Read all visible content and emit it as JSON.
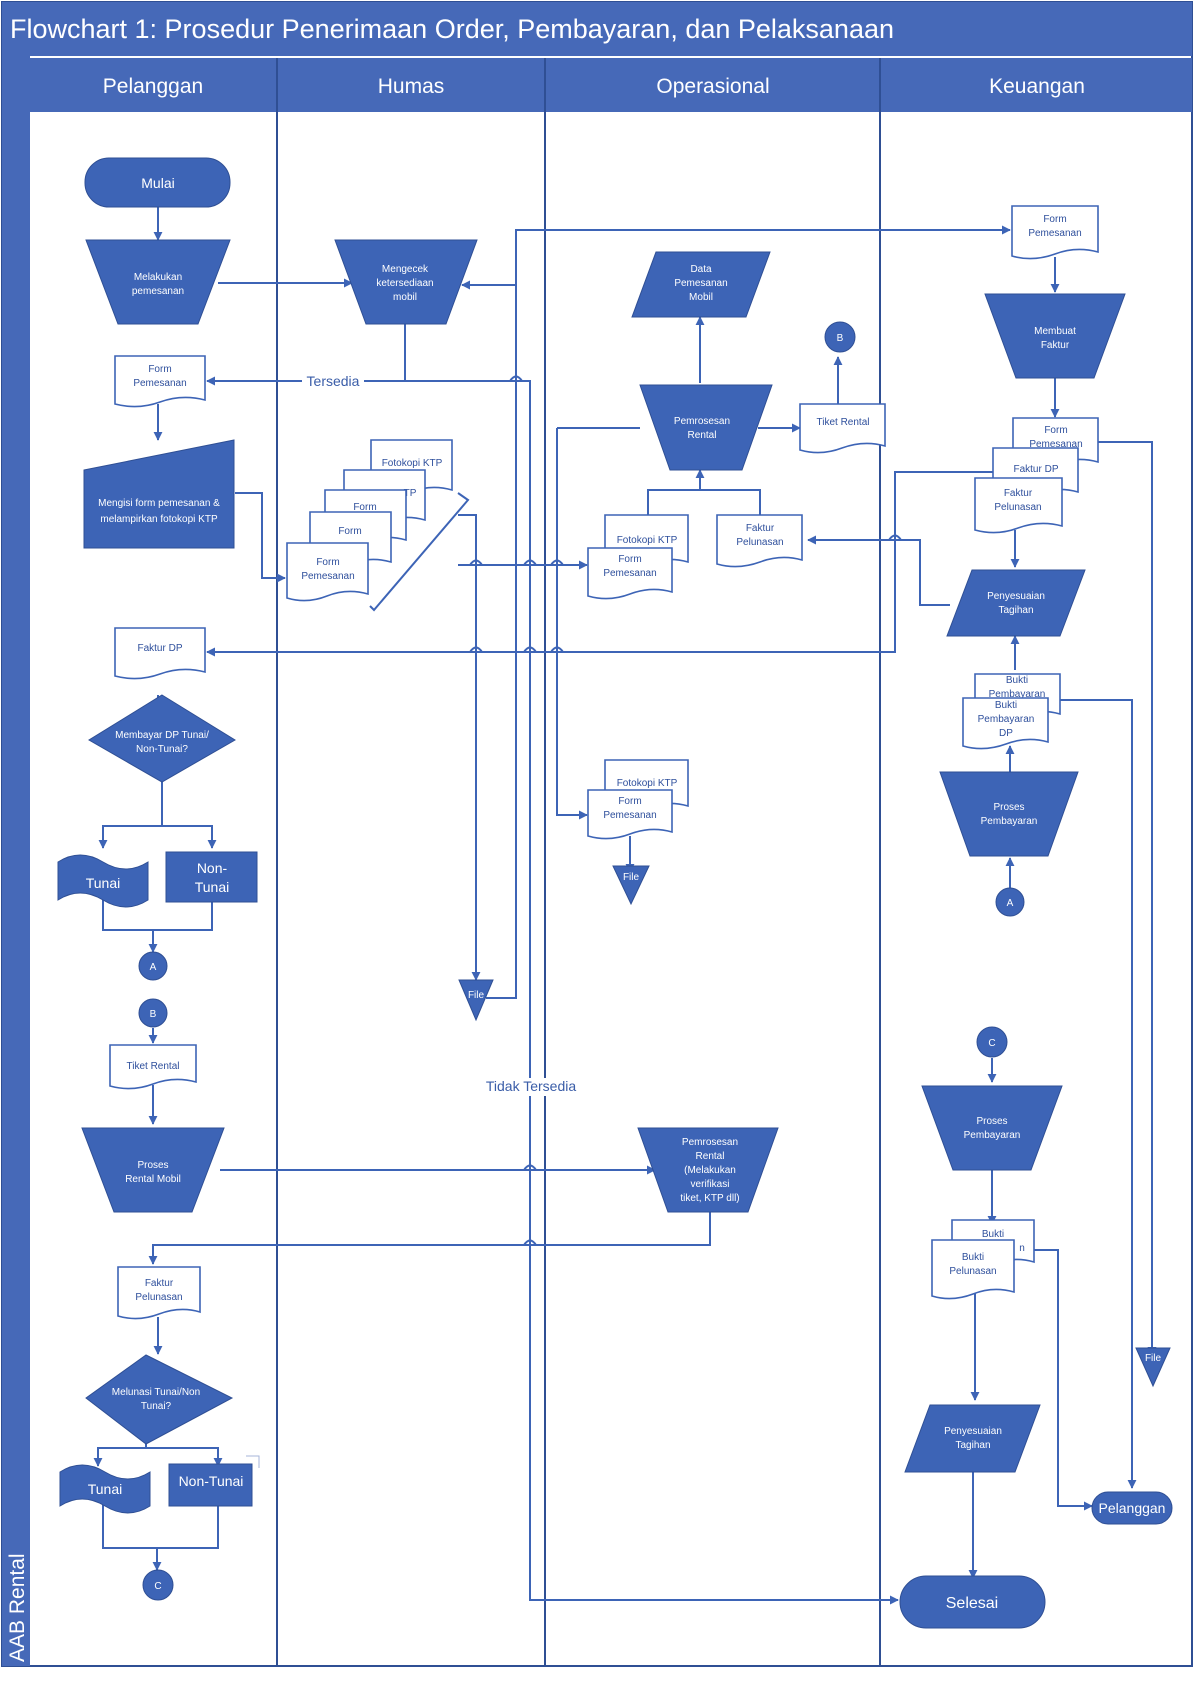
{
  "title": "Flowchart 1: Prosedur Penerimaan Order, Pembayaran, dan Pelaksanaan",
  "pool_label": "AAB Rental",
  "lanes": [
    "Pelanggan",
    "Humas",
    "Operasional",
    "Keuangan"
  ],
  "colors": {
    "primary": "#3d64b6",
    "header": "#4669b8",
    "dark": "#2f4f94",
    "line": "#3d64b6"
  },
  "pelanggan": {
    "start": "Mulai",
    "order": [
      "Melakukan",
      "pemesanan"
    ],
    "form": [
      "Form",
      "Pemesanan"
    ],
    "fill_form": [
      "Mengisi form pemesanan &",
      "melampirkan fotokopi KTP"
    ],
    "faktur_dp": "Faktur DP",
    "decision_dp": [
      "Membayar DP Tunai/",
      "Non-Tunai?"
    ],
    "tunai": "Tunai",
    "non_tunai": [
      "Non-",
      "Tunai"
    ],
    "conn_a": "A",
    "conn_b": "B",
    "tiket": "Tiket Rental",
    "proses_rental": [
      "Proses",
      "Rental Mobil"
    ],
    "faktur_pelunasan": [
      "Faktur",
      "Pelunasan"
    ],
    "decision_lunas": [
      "Melunasi Tunai/Non",
      "Tunai?"
    ],
    "tunai2": "Tunai",
    "non_tunai2": "Non-Tunai",
    "conn_c": "C"
  },
  "humas": {
    "cek": [
      "Mengecek",
      "ketersediaan",
      "mobil"
    ],
    "tersedia": "Tersedia",
    "tidak_tersedia": "Tidak Tersedia",
    "doc_stack": [
      "Fotokopi KTP",
      "TP",
      "Form",
      "Form",
      "Form",
      "Pemesanan"
    ],
    "file": "File"
  },
  "operasional": {
    "data": [
      "Data",
      "Pemesanan",
      "Mobil"
    ],
    "pemrosesan": [
      "Pemrosesan",
      "Rental"
    ],
    "tiket": "Tiket Rental",
    "conn_b": "B",
    "fotokopi": "Fotokopi KTP",
    "form": [
      "Form",
      "Pemesanan"
    ],
    "faktur": [
      "Faktur",
      "Pelunasan"
    ],
    "fotokopi2": "Fotokopi KTP",
    "form2": [
      "Form",
      "Pemesanan"
    ],
    "file": "File",
    "pemrosesan2": [
      "Pemrosesan",
      "Rental",
      "(Melakukan",
      "verifikasi",
      "tiket, KTP dll)"
    ]
  },
  "keuangan": {
    "form": [
      "Form",
      "Pemesanan"
    ],
    "buat_faktur": [
      "Membuat",
      "Faktur"
    ],
    "stack_form": [
      "Form",
      "Pemesanan"
    ],
    "stack_dp": "Faktur DP",
    "stack_pel": [
      "Faktur",
      "Pelunasan"
    ],
    "penyesuaian": [
      "Penyesuaian",
      "Tagihan"
    ],
    "bukti_top": [
      "Bukti",
      "Pembayaran"
    ],
    "bukti_dp": [
      "Bukti",
      "Pembayaran",
      "DP"
    ],
    "proses_bayar": [
      "Proses",
      "Pembayaran"
    ],
    "conn_a": "A",
    "conn_c": "C",
    "proses_bayar2": [
      "Proses",
      "Pembayaran"
    ],
    "bukti2_top": [
      "Bukti",
      "n"
    ],
    "bukti2": [
      "Bukti",
      "Pelunasan"
    ],
    "file": "File",
    "penyesuaian2": [
      "Penyesuaian",
      "Tagihan"
    ],
    "pelanggan": "Pelanggan",
    "selesai": "Selesai"
  }
}
